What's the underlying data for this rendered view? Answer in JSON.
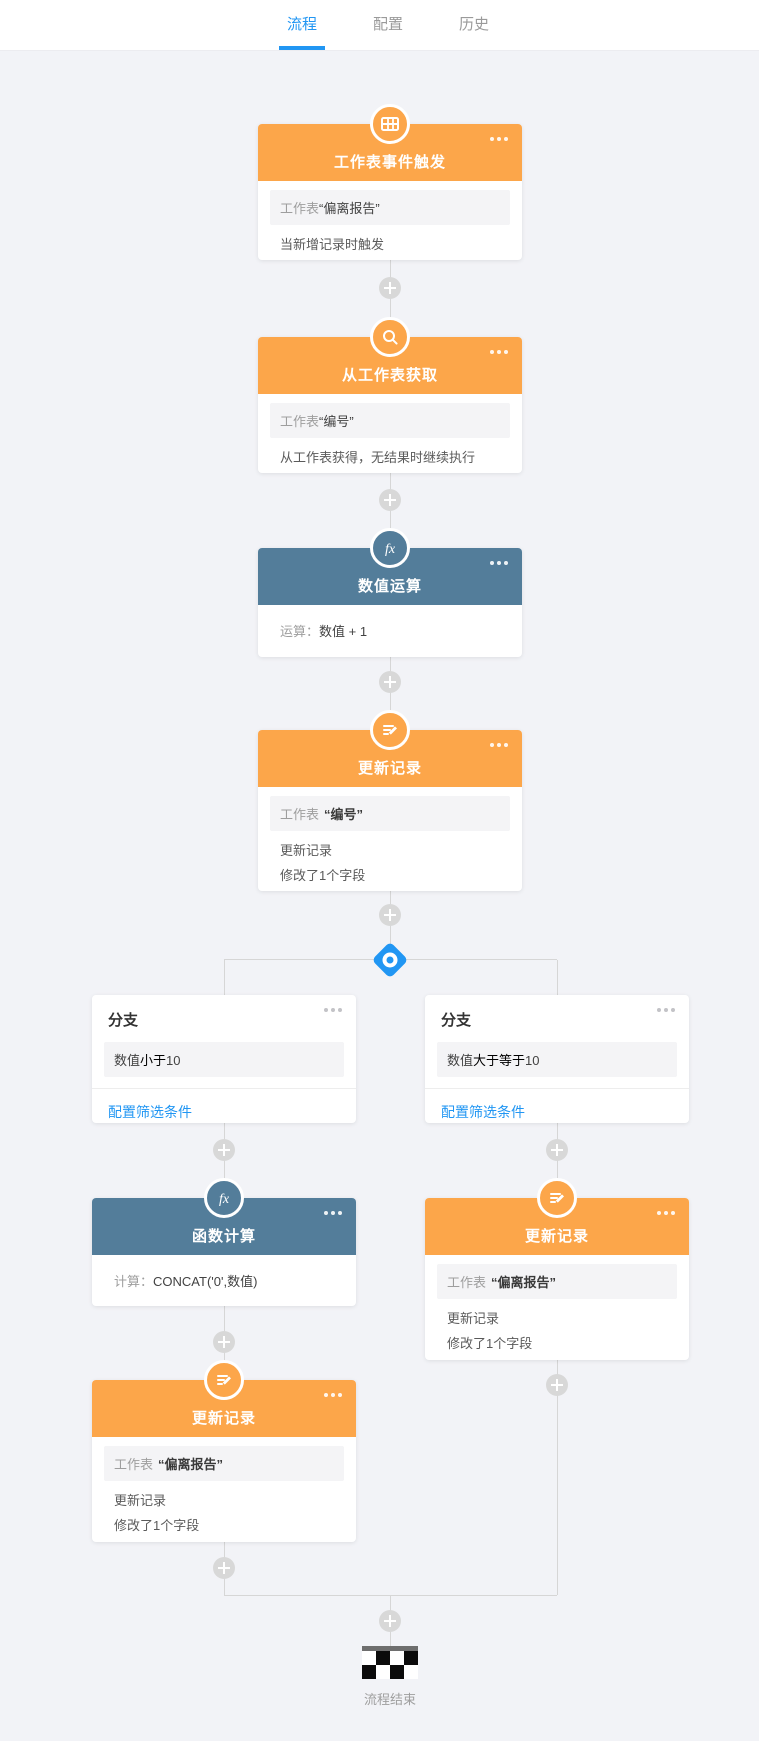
{
  "tabs": [
    {
      "label": "流程",
      "active": true
    },
    {
      "label": "配置",
      "active": false
    },
    {
      "label": "历史",
      "active": false
    }
  ],
  "nodes": {
    "trigger": {
      "icon": "table-grid-icon",
      "title": "工作表事件触发",
      "field_label": "工作表",
      "field_value": "“偏离报告”",
      "desc": "当新增记录时触发"
    },
    "lookup": {
      "icon": "search-icon",
      "title": "从工作表获取",
      "field_label": "工作表",
      "field_value": "“编号”",
      "desc": "从工作表获得，无结果时继续执行"
    },
    "numop": {
      "icon": "fx-icon",
      "title": "数值运算",
      "body_label": "运算：",
      "body_value": "数值 + 1"
    },
    "update1": {
      "icon": "edit-record-icon",
      "title": "更新记录",
      "field_label": "工作表",
      "field_value": "“编号”",
      "line1": "更新记录",
      "line2": "修改了1个字段"
    },
    "branch_left": {
      "title": "分支",
      "cond_field": "数值",
      "cond_op": "小于",
      "cond_value": "10",
      "link": "配置筛选条件"
    },
    "branch_right": {
      "title": "分支",
      "cond_field": "数值",
      "cond_op": "大于等于",
      "cond_value": "10",
      "link": "配置筛选条件"
    },
    "function": {
      "icon": "fx-icon",
      "title": "函数计算",
      "body_label": "计算：",
      "body_value": "CONCAT('0',数值)"
    },
    "update_left": {
      "icon": "edit-record-icon",
      "title": "更新记录",
      "field_label": "工作表",
      "field_value": "“偏离报告”",
      "line1": "更新记录",
      "line2": "修改了1个字段"
    },
    "update_right": {
      "icon": "edit-record-icon",
      "title": "更新记录",
      "field_label": "工作表",
      "field_value": "“偏离报告”",
      "line1": "更新记录",
      "line2": "修改了1个字段"
    }
  },
  "end": {
    "label": "流程结束"
  },
  "colors": {
    "accent_blue": "#2196f3",
    "node_orange": "#fca64a",
    "node_steel_blue": "#537d9a",
    "background": "#f2f3f7"
  }
}
